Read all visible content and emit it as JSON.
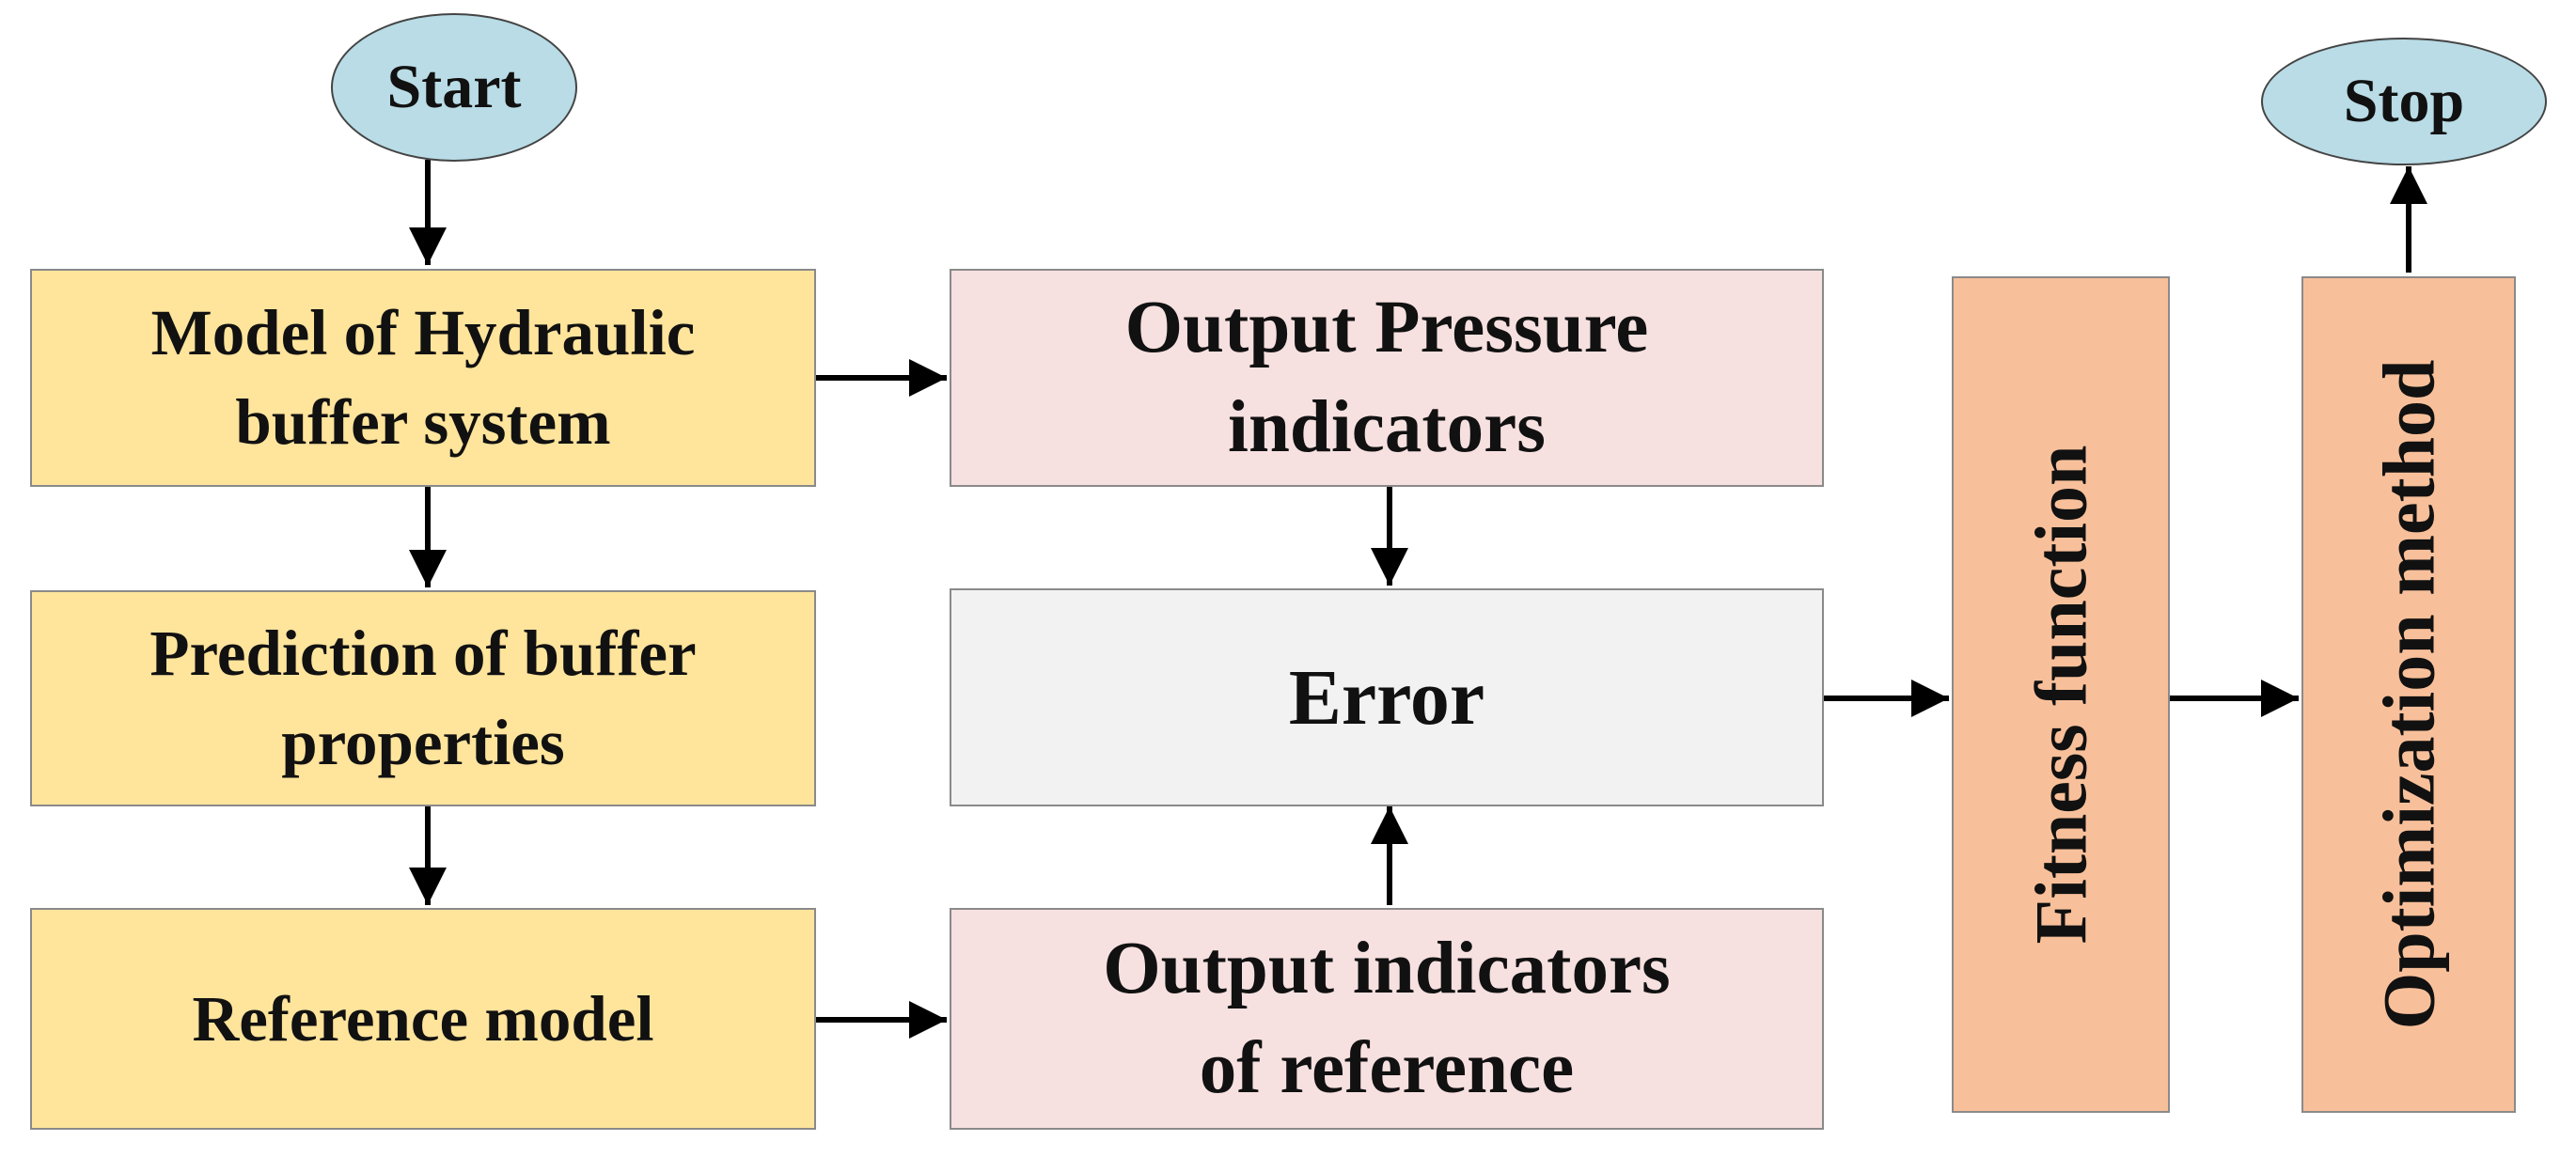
{
  "diagram": {
    "start": "Start",
    "stop": "Stop",
    "model": "Model of Hydraulic\nbuffer system",
    "prediction": "Prediction of buffer\nproperties",
    "reference_model": "Reference model",
    "output_pressure": "Output  Pressure\nindicators",
    "error": "Error",
    "output_reference": "Output  indicators\nof reference",
    "fitness": "Fitness function",
    "optimization": "Optimization method"
  },
  "colors": {
    "start_stop_fill": "#b9dce6",
    "left_boxes_fill": "#ffe49c",
    "output_boxes_fill": "#f7e0e0",
    "error_fill": "#f2f2f2",
    "vertical_boxes_fill": "#f8c09a"
  }
}
